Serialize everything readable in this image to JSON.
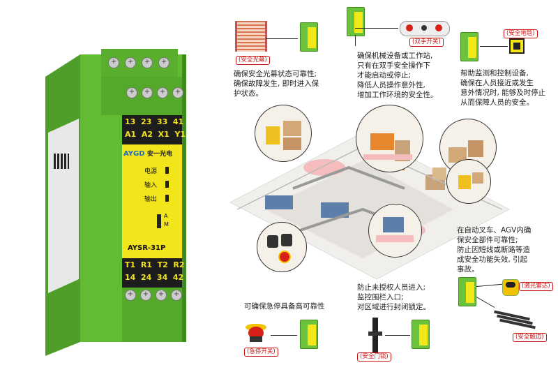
{
  "device": {
    "brand": "AYGD",
    "brand_cn": "安一光电",
    "model": "AYSR-31P",
    "top_terminals_1": "13  23  33  41",
    "top_terminals_2": "A1  A2  X1  Y1",
    "bottom_terminals_1": "T1  R1  T2  R2",
    "bottom_terminals_2": "14  24  34  42",
    "led_power": "电源",
    "led_input": "输入",
    "led_output": "输出",
    "switch_a": "A",
    "switch_m": "M"
  },
  "items": {
    "light_curtain": {
      "tag": "安全光幕",
      "desc": [
        "确保安全光幕状态可靠性;",
        "确保故障发生, 即时进入保",
        "护状态。"
      ]
    },
    "two_hand": {
      "tag": "双手开关",
      "desc": [
        "确保机械设备或工作站,",
        "只有在双手安全操作下",
        "才能启动或停止;",
        "降低人员操作意外性,",
        "增加工作环境的安全性。"
      ]
    },
    "safety_mat": {
      "tag": "安全地毯",
      "desc": [
        "帮助监测和控制设备,",
        "确保在人员接近或发生",
        "意外情况时, 能够及时停止",
        "从而保障人员的安全。"
      ]
    },
    "agv": {
      "desc": [
        "在自动叉车、AGV内确",
        "保安全部件可靠性;",
        "防止因短线或断路等造",
        "成安全功能失效, 引起",
        "事故。"
      ],
      "tag_laser": "激光雷达",
      "tag_edge": "安全触边"
    },
    "estop": {
      "desc": [
        "可确保急停具备高可靠性"
      ],
      "tag": "急停开关"
    },
    "door_lock": {
      "desc": [
        "防止未授权人员进入;",
        "监控围栏入口;",
        "对区域进行封闭锁定。"
      ],
      "tag": "安全门锁"
    }
  },
  "colors": {
    "relay_green": "#6cc23a",
    "relay_yellow": "#f4e81a",
    "tag_red": "#cc1111",
    "estop_red": "#d8201a"
  }
}
